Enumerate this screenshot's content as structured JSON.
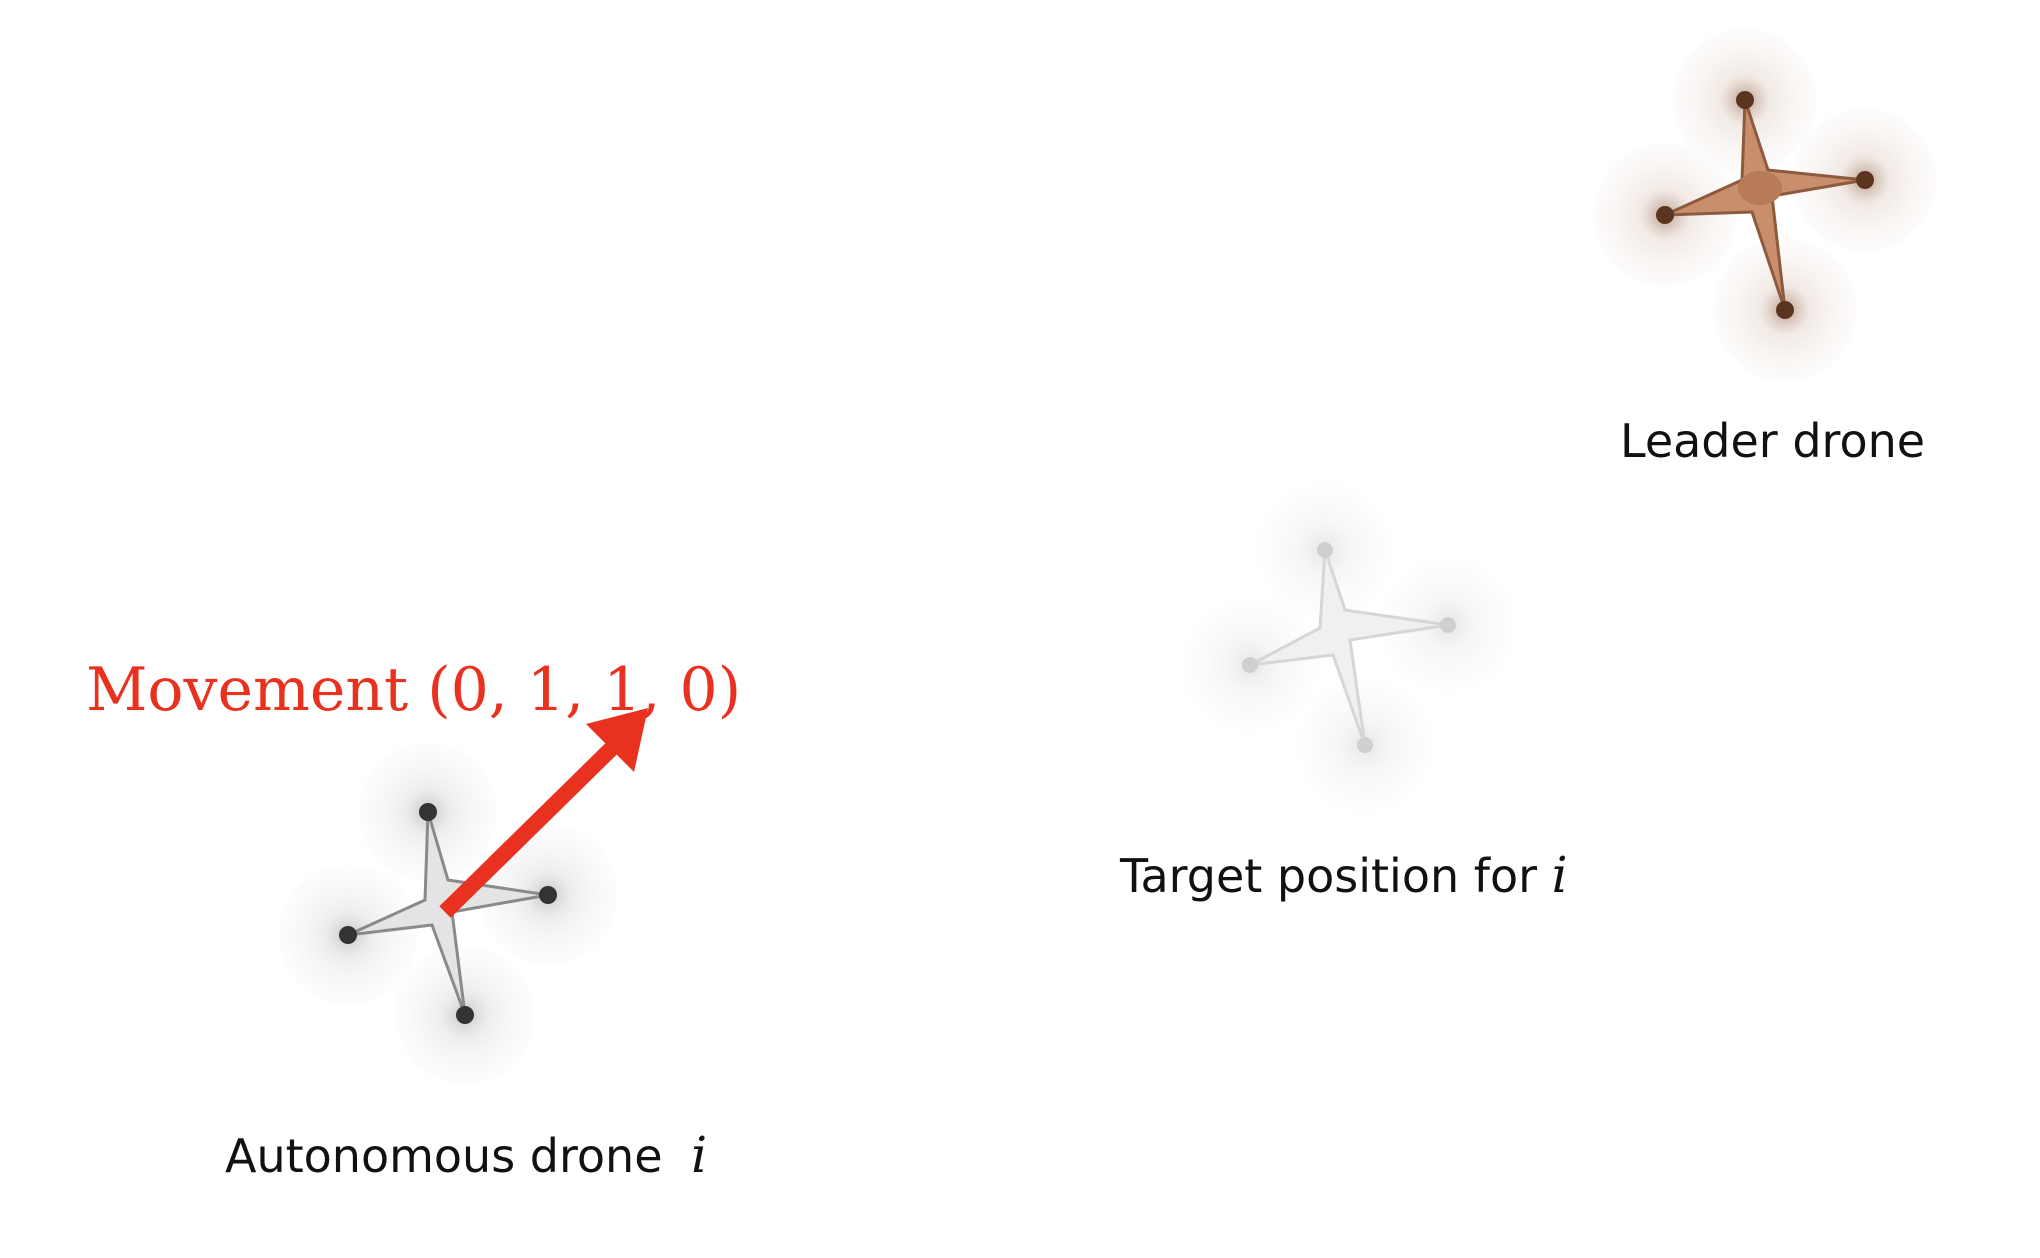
{
  "labels": {
    "leader": "Leader drone",
    "target_text": "Target position for",
    "target_var": "i",
    "autonomous_text": "Autonomous drone",
    "autonomous_var": "i",
    "movement": "Movement (0, 1, 1, 0)"
  },
  "colors": {
    "leader_body": "#c98f6d",
    "leader_dark": "#7a4a2e",
    "autonomous_body": "#e2e2e2",
    "autonomous_dark": "#3a3a3a",
    "target_body": "#efefef",
    "target_dark": "#bdbdbd",
    "arrow": "#e8321f",
    "movement_text": "#e8321f"
  }
}
